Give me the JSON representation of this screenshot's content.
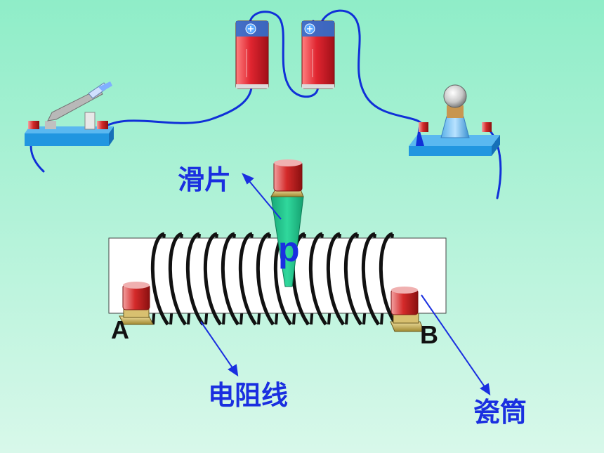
{
  "labels": {
    "slider": "滑片",
    "slider_contact": "p",
    "wire": "电阻线",
    "tube": "瓷筒",
    "terminal_a": "A",
    "terminal_b": "B"
  },
  "colors": {
    "background_top": "#8fedc8",
    "background_bottom": "#d8f8ea",
    "label_blue": "#1a2fe0",
    "wire_blue": "#1030d8",
    "board_blue": "#2196e0",
    "battery_red": "#e02530",
    "slider_green": "#1fbf8a",
    "terminal_red": "#d42a2a"
  },
  "icons": {
    "battery_left": "battery-icon",
    "battery_right": "battery-icon",
    "switch": "knife-switch-icon",
    "bulb": "light-bulb-icon"
  }
}
